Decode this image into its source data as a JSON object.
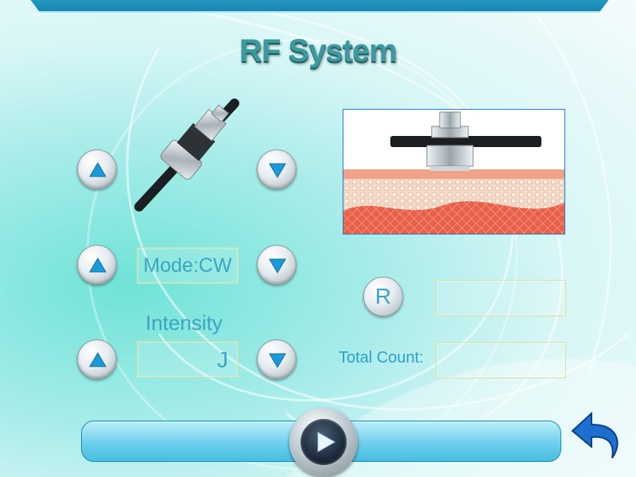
{
  "app": {
    "title": "RF System"
  },
  "colors": {
    "accent": "#3aa5c4",
    "arrow": "#1a9bd9",
    "title": "#3a9aa0"
  },
  "controls": {
    "mode_label": "Mode:CW",
    "intensity_label": "Intensity",
    "intensity_unit": "J",
    "r_label": "R",
    "r_value": "",
    "total_count_label": "Total Count:",
    "total_count_value": ""
  },
  "icons": {
    "up": "up-arrow-icon",
    "down": "down-arrow-icon",
    "play": "play-icon",
    "back": "back-arrow-icon"
  }
}
